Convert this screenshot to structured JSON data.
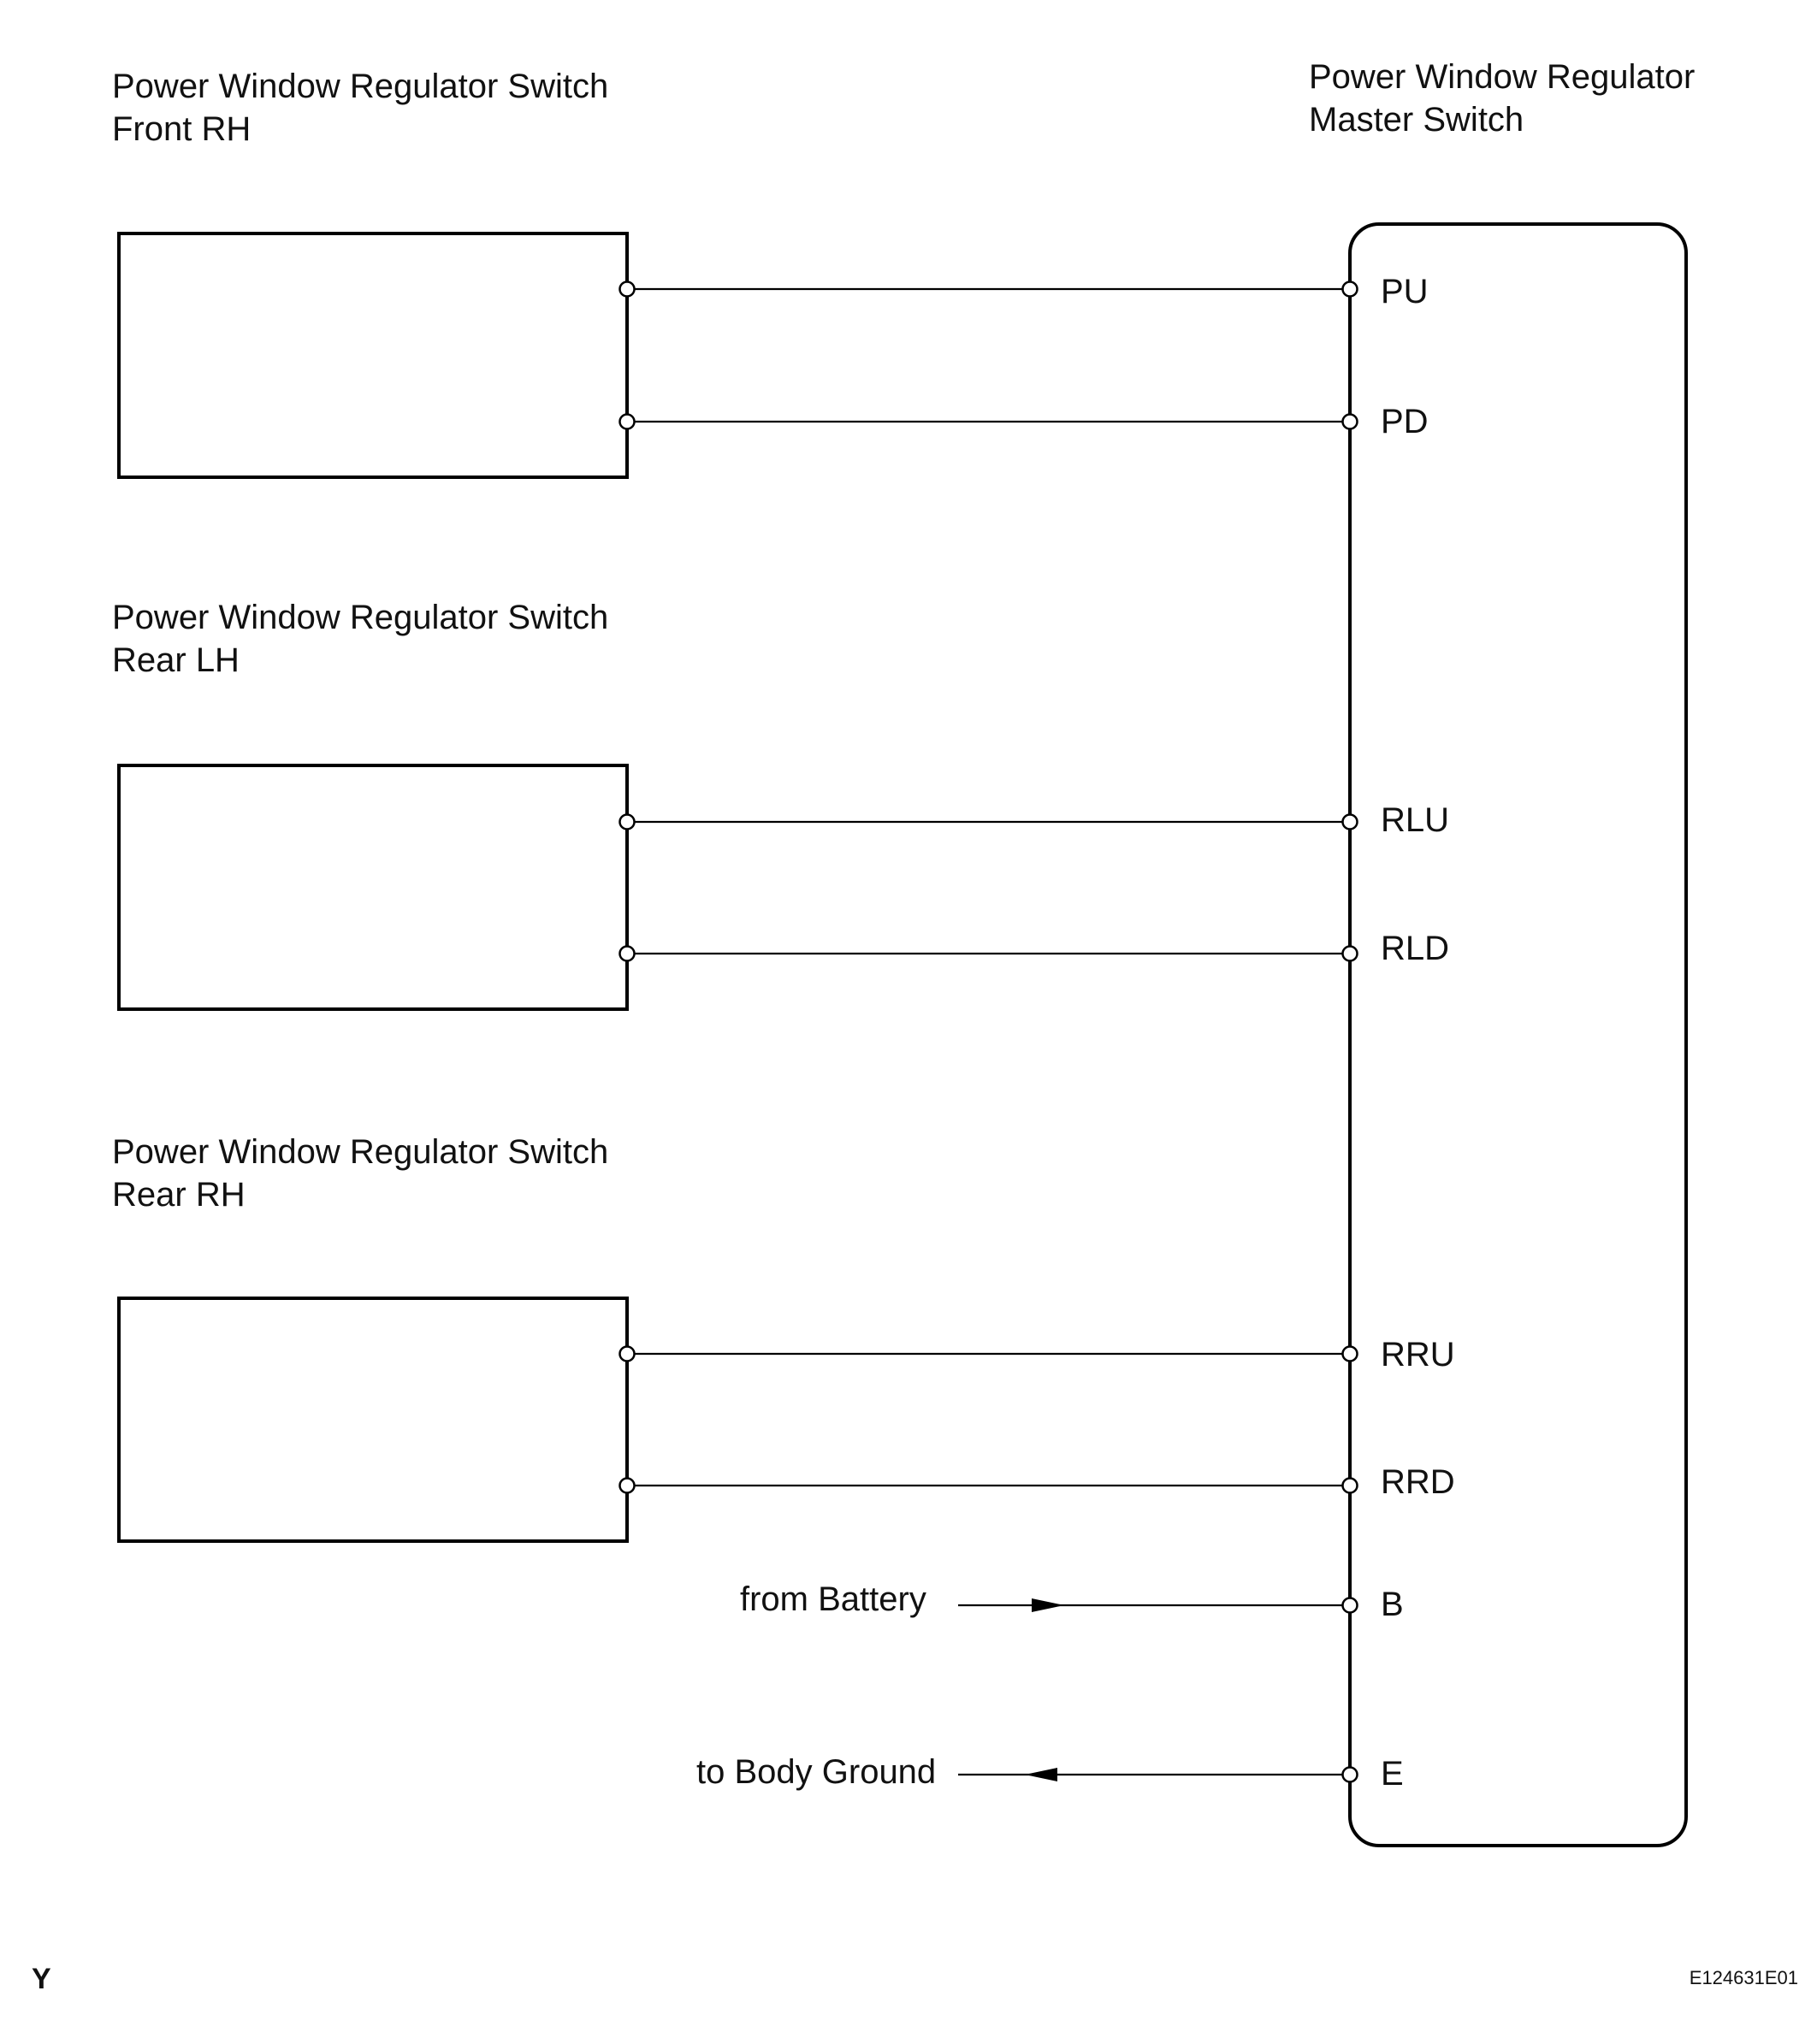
{
  "diagram": {
    "switches": [
      {
        "title_line1": "Power Window Regulator Switch",
        "title_line2": "Front RH",
        "pins": [
          "PU",
          "PD"
        ]
      },
      {
        "title_line1": "Power Window Regulator Switch",
        "title_line2": "Rear LH",
        "pins": [
          "RLU",
          "RLD"
        ]
      },
      {
        "title_line1": "Power Window Regulator Switch",
        "title_line2": "Rear RH",
        "pins": [
          "RRU",
          "RRD"
        ]
      }
    ],
    "master": {
      "title_line1": "Power Window Regulator",
      "title_line2": "Master Switch"
    },
    "supply": {
      "label": "from Battery",
      "pin": "B"
    },
    "ground": {
      "label": "to Body Ground",
      "pin": "E"
    },
    "corner_mark": "Y",
    "figure_code": "E124631E01"
  }
}
